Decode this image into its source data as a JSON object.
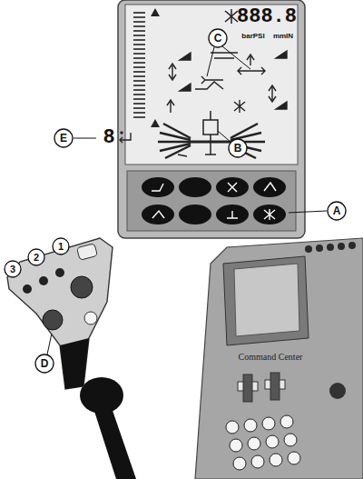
{
  "diagram": {
    "labels": [
      "888.8",
      "barPSI",
      "mmIN",
      "C",
      "B",
      "E",
      "8",
      "A",
      "3",
      "2",
      "1",
      "D",
      "Command Center"
    ]
  }
}
